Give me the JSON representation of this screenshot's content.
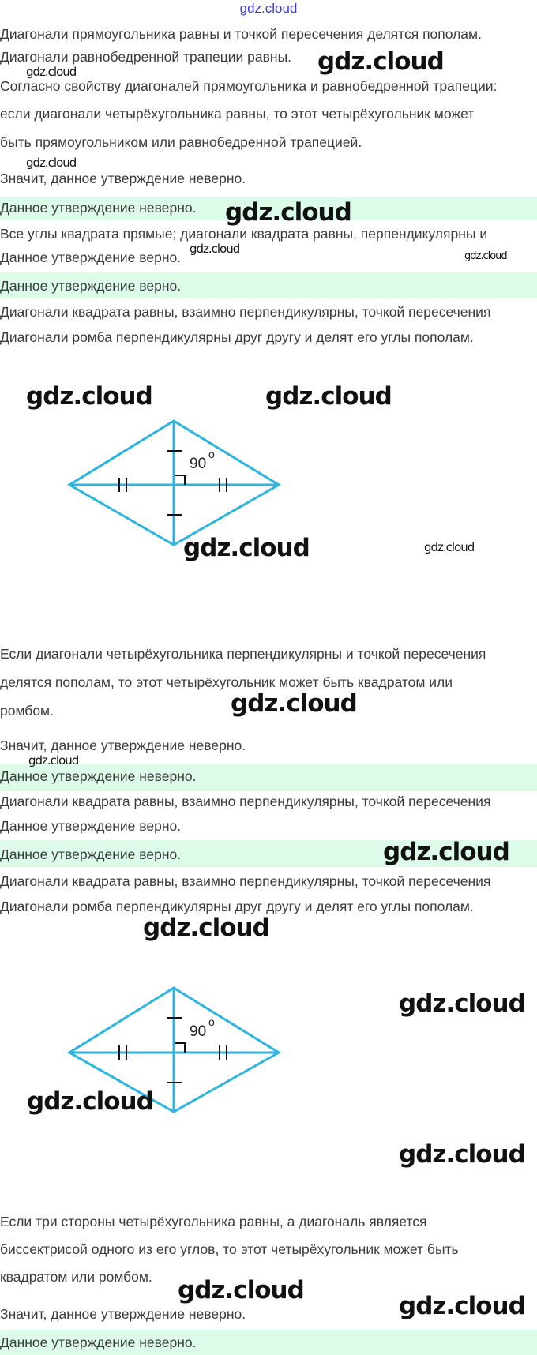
{
  "header": {
    "site": "gdz.cloud"
  },
  "watermark": "gdz.cloud",
  "lines": [
    "Диагонали прямоугольника равны и точкой пересечения делятся пополам.",
    "Диагонали равнобедренной трапеции равны.",
    "Согласно свойству диагоналей прямоугольника и равнобедренной трапеции:",
    "если диагонали четырёхугольника равны, то этот четырёхугольник может",
    "быть прямоугольником или равнобедренной трапецией.",
    "Значит, данное утверждение неверно.",
    "Данное утверждение неверно.",
    "Все углы квадрата прямые; диагонали квадрата равны, перпендикулярны и",
    "Данное утверждение верно.",
    "Данное утверждение верно.",
    "Диагонали квадрата равны, взаимно перпендикулярны, точкой пересечения",
    "Диагонали ромба перпендикулярны друг другу и делят его углы пополам.",
    "Если диагонали четырёхугольника перпендикулярны и точкой пересечения",
    "делятся пополам, то этот четырёхугольник может быть квадратом или",
    "ромбом.",
    "Значит, данное утверждение неверно.",
    "Данное утверждение неверно.",
    "Диагонали квадрата равны, взаимно перпендикулярны, точкой пересечения",
    "Данное утверждение верно.",
    "Данное утверждение верно.",
    "Диагонали квадрата равны, взаимно перпендикулярны, точкой пересечения",
    "Диагонали ромба перпендикулярны друг другу и делят его углы пополам.",
    "Если три стороны четырёхугольника равны, а диагональ является",
    "биссектрисой одного из его углов, то этот четырёхугольник может быть",
    "квадратом или ромбом.",
    "Значит, данное утверждение неверно.",
    "Данное утверждение неверно."
  ],
  "figure": {
    "angle_label": "90",
    "degree": "o",
    "color": "#2bb5e0"
  },
  "colors": {
    "answer_band": "#dcfce9",
    "header_link": "#3b3bd6"
  }
}
